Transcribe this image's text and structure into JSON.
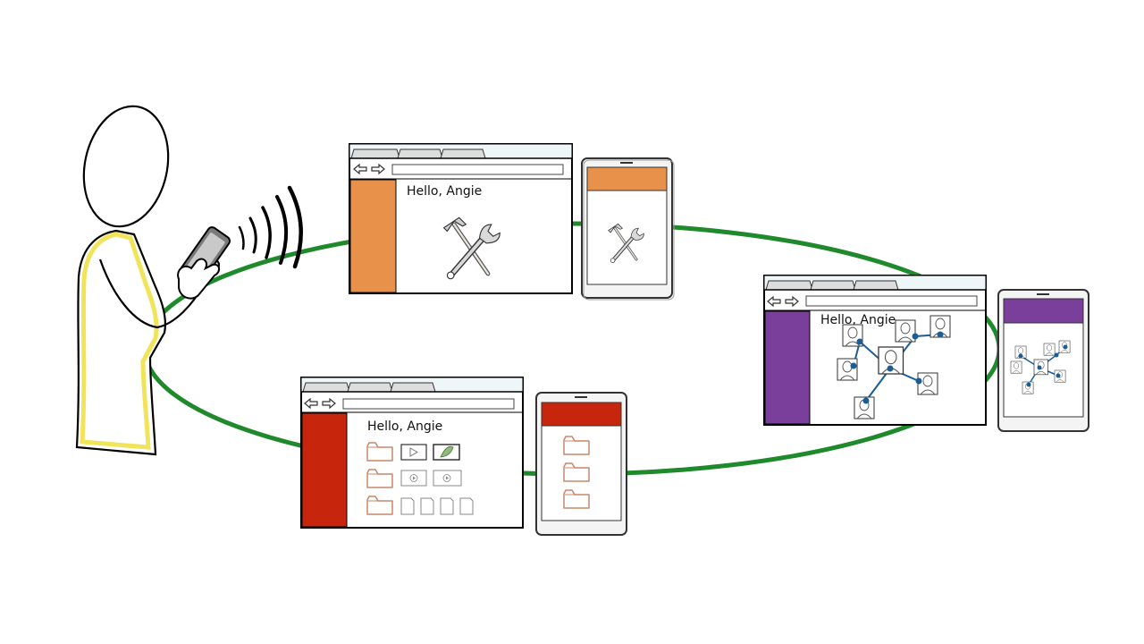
{
  "colors": {
    "ring": "#1e8a2c",
    "orange": "#e8914a",
    "red": "#c8260c",
    "purple": "#7a3f9a",
    "person_outline": "#f2e45a",
    "network": "#1b5e96",
    "folder": "#c7876a"
  },
  "person": {
    "icons": [
      "head",
      "body-outline",
      "phone-icon",
      "wifi-signal-icon"
    ]
  },
  "windows": {
    "tools": {
      "greeting": "Hello, Angie",
      "accent": "orange",
      "content_icon": "hammer-wrench-icon"
    },
    "files": {
      "greeting": "Hello, Angie",
      "accent": "red",
      "content_icon": "folder-icon"
    },
    "people": {
      "greeting": "Hello, Angie",
      "accent": "purple",
      "content_icon": "people-network-icon"
    }
  },
  "tablets": {
    "tools": {
      "accent": "orange",
      "content_icon": "hammer-wrench-icon"
    },
    "files": {
      "accent": "red",
      "content_icon": "folder-icon"
    },
    "people": {
      "accent": "purple",
      "content_icon": "people-network-icon"
    }
  }
}
